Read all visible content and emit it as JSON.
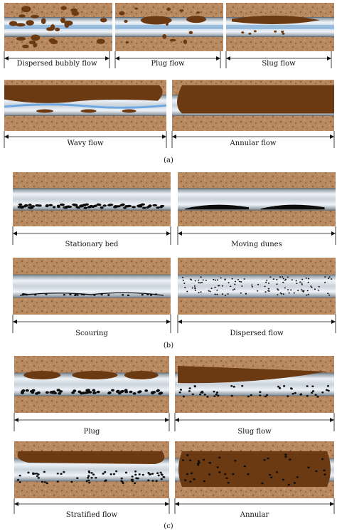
{
  "sections": [
    {
      "caption": "(a)",
      "panels": [
        {
          "label": "Dispersed bubbly flow",
          "pattern": "dispersed-bubbly"
        },
        {
          "label": "Plug flow",
          "pattern": "plug"
        },
        {
          "label": "Slug flow",
          "pattern": "slug"
        },
        {
          "label": "Wavy flow",
          "pattern": "wavy"
        },
        {
          "label": "Annular flow",
          "pattern": "annular"
        }
      ]
    },
    {
      "caption": "(b)",
      "panels": [
        {
          "label": "Stationary bed",
          "pattern": "stationary-bed"
        },
        {
          "label": "Moving dunes",
          "pattern": "moving-dunes"
        },
        {
          "label": "Scouring",
          "pattern": "scouring"
        },
        {
          "label": "Dispersed flow",
          "pattern": "dispersed-particles"
        }
      ]
    },
    {
      "caption": "(c)",
      "panels": [
        {
          "label": "Plug",
          "pattern": "three-phase-plug"
        },
        {
          "label": "Slug flow",
          "pattern": "three-phase-slug"
        },
        {
          "label": "Stratified flow",
          "pattern": "three-phase-stratified"
        },
        {
          "label": "Annular",
          "pattern": "three-phase-annular"
        }
      ]
    }
  ],
  "colors": {
    "soil": "#b98a5f",
    "soil_dark": "#8c6240",
    "pipe_edge": "#7d8a95",
    "pipe_light": "#eef3f8",
    "liquid": "#6fa8e0",
    "gas_brown": "#6b3a13",
    "particle": "#0d0d0d"
  }
}
